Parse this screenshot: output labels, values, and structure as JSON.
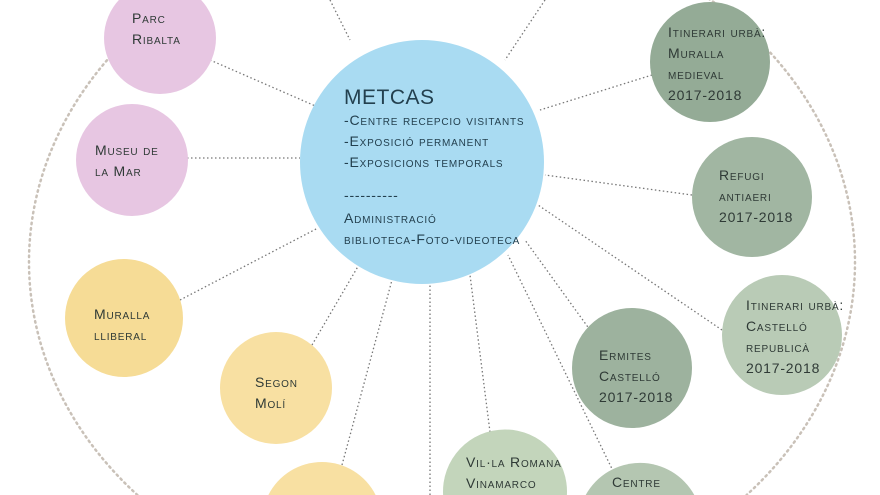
{
  "colors": {
    "center": "#a9dbf2",
    "pink": "#e7c6e2",
    "yellow": "#f6dc96",
    "dark_green": "#98ae99",
    "green": "#a3b8a4",
    "light_green": "#c3d5bb",
    "pale_green": "#b4c6b1"
  },
  "center": {
    "title": "METCAS",
    "lines": [
      "-Centre recepcio visitants",
      "-Exposició permanent",
      "-Exposicions temporals"
    ],
    "separator": "----------",
    "lines2": [
      "Administració",
      "biblioteca-Foto-videoteca"
    ]
  },
  "nodes": {
    "parc_ribalta": [
      "Parc",
      "Ribalta"
    ],
    "museu_mar": [
      "Museu de",
      "la Mar"
    ],
    "muralla_lliberal": [
      "Muralla",
      "lliberal"
    ],
    "segon_moli": [
      "Segon",
      "Molí"
    ],
    "itinerari_muralla": [
      "Itinerari urbà:",
      "Muralla",
      "medieval",
      "2017-2018"
    ],
    "refugi": [
      "Refugi",
      "antiaeri",
      "2017-2018"
    ],
    "itinerari_castello": [
      "Itinerari urbà:",
      "Castelló",
      "republicà",
      "2017-2018"
    ],
    "ermites": [
      "Ermites",
      "Castelló",
      "2017-2018"
    ],
    "villa_romana": [
      "Vil·la Romana",
      "Vinamarco"
    ],
    "centre": [
      "Centre"
    ]
  }
}
